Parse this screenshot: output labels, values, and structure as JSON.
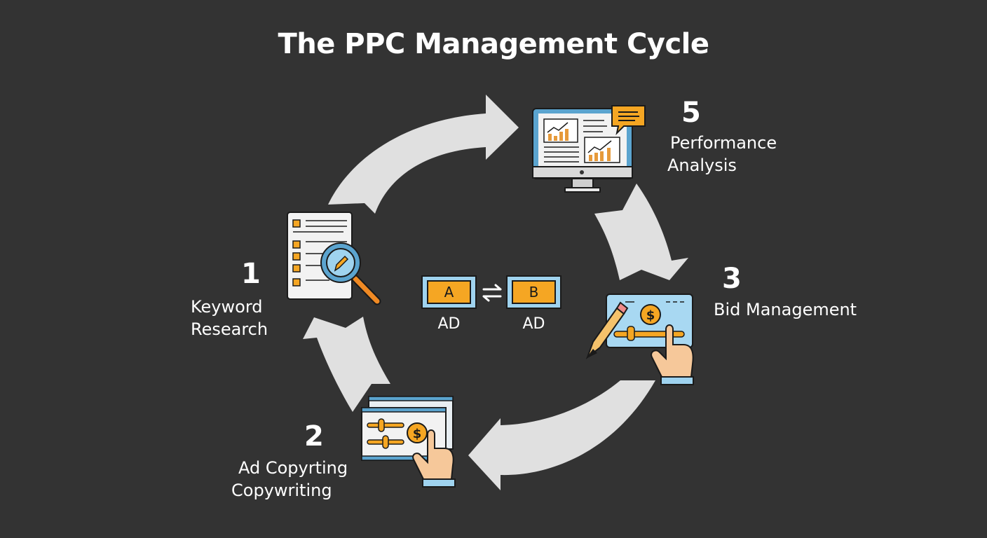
{
  "title": "The PPC Management Cycle",
  "steps": [
    {
      "number": "1",
      "line1": "Keyword",
      "line2": "Research",
      "icon": "document-search-icon"
    },
    {
      "number": "2",
      "line1": "Ad Copyrting",
      "line2": "Copywriting",
      "icon": "ad-sliders-icon"
    },
    {
      "number": "3",
      "line1": "Bid Management",
      "icon": "bid-card-icon"
    },
    {
      "number": "5",
      "line1": "Performance",
      "line2": "Analysis",
      "icon": "analytics-monitor-icon"
    }
  ],
  "ab_test": {
    "left_box": "A",
    "right_box": "B",
    "left_label": "AD",
    "right_label": "AD",
    "swap_icon": "swap-arrows-icon"
  },
  "colors": {
    "background": "#333333",
    "arrow": "#e0e0e0",
    "orange": "#f5a623",
    "blue": "#5ba4cf",
    "light_blue": "#9fd3ef",
    "skin": "#f6c89a"
  }
}
